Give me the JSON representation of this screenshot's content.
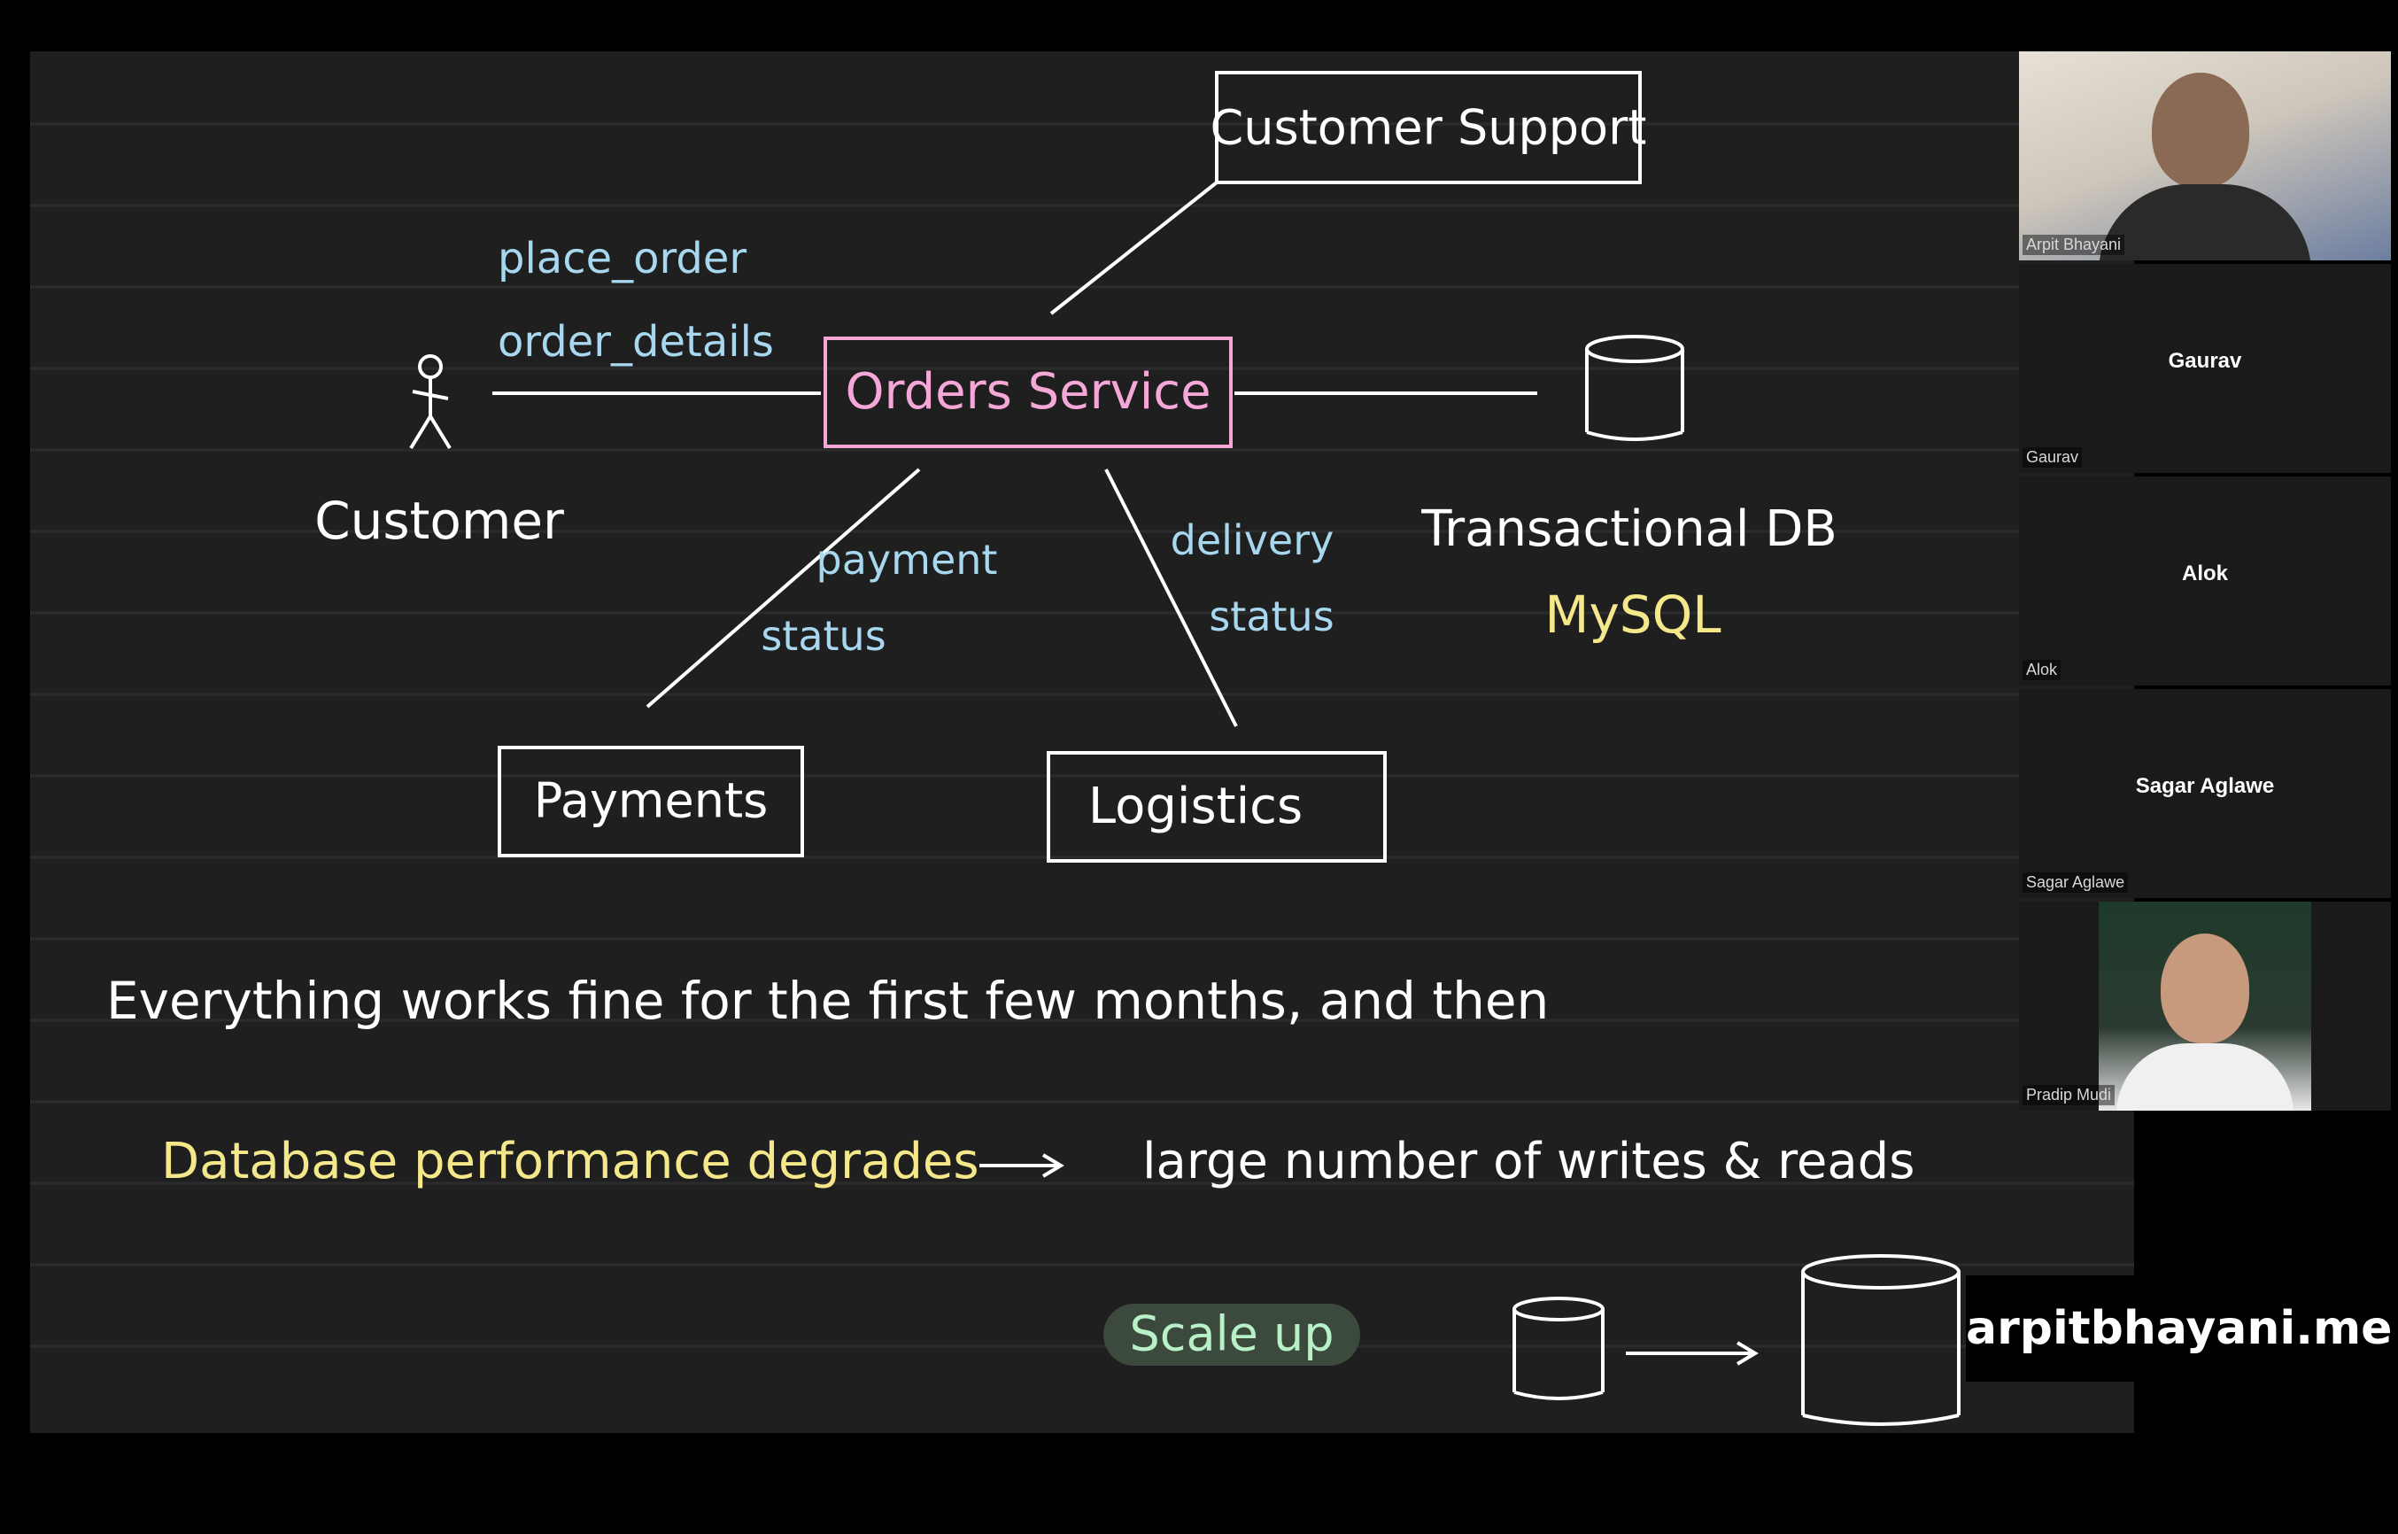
{
  "diagram": {
    "customer_support": "Customer Support",
    "orders_service": "Orders Service",
    "place_order": "place_order",
    "order_details": "order_details",
    "customer": "Customer",
    "transactional_db": "Transactional DB",
    "mysql": "MySQL",
    "payment": "payment",
    "payment_status": "status",
    "delivery": "delivery",
    "delivery_status": "status",
    "payments": "Payments",
    "logistics": "Logistics"
  },
  "notes": {
    "line1": "Everything works fine for the first few months, and then",
    "line2_highlight": "Database performance degrades",
    "line2_rest": "large number of writes & reads",
    "scale_up": "Scale up"
  },
  "participants": [
    {
      "name": "Arpit Bhayani",
      "video": true
    },
    {
      "name": "Gaurav",
      "video": false
    },
    {
      "name": "Alok",
      "video": false
    },
    {
      "name": "Sagar Aglawe",
      "video": false
    },
    {
      "name": "Pradip Mudi",
      "video": true
    }
  ],
  "watermark": "arpitbhayani.me",
  "colors": {
    "board": "#1f1f1f",
    "ink": "#ffffff",
    "blue_ink": "#a8d8f0",
    "yellow_ink": "#f4e88a",
    "pink_box": "#f5a8d8",
    "scale_up_pill": "#3b4a3d"
  }
}
